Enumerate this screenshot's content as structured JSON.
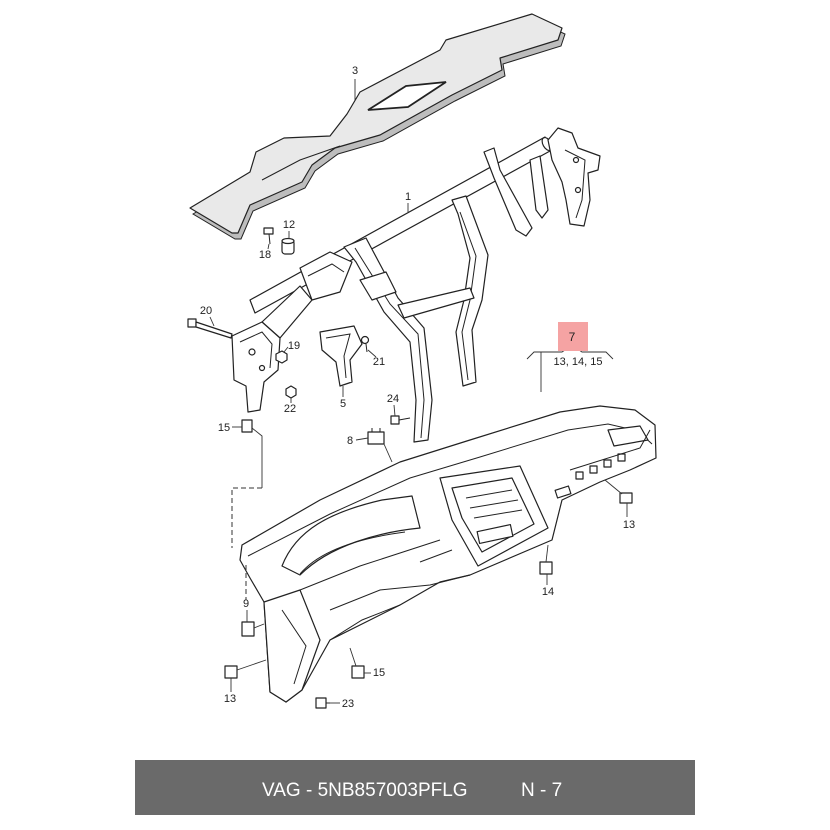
{
  "callouts": {
    "part_3": "3",
    "part_1": "1",
    "part_12": "12",
    "part_18": "18",
    "part_20": "20",
    "part_19": "19",
    "part_22": "22",
    "part_15_left": "15",
    "part_21": "21",
    "part_5": "5",
    "part_24": "24",
    "part_8": "8",
    "part_7": "7",
    "part_7_group": "13, 14, 15",
    "part_13_right": "13",
    "part_14": "14",
    "part_9": "9",
    "part_13_left": "13",
    "part_15_bottom": "15",
    "part_23": "23"
  },
  "footer": {
    "part_number": "VAG - 5NB857003PFLG",
    "page": "N - 7"
  },
  "colors": {
    "highlight": "#f5a3a3",
    "footer_bg": "#6a6a6a",
    "panel_fill": "#e9e9e9",
    "panel_shadow": "#bdbdbd"
  }
}
